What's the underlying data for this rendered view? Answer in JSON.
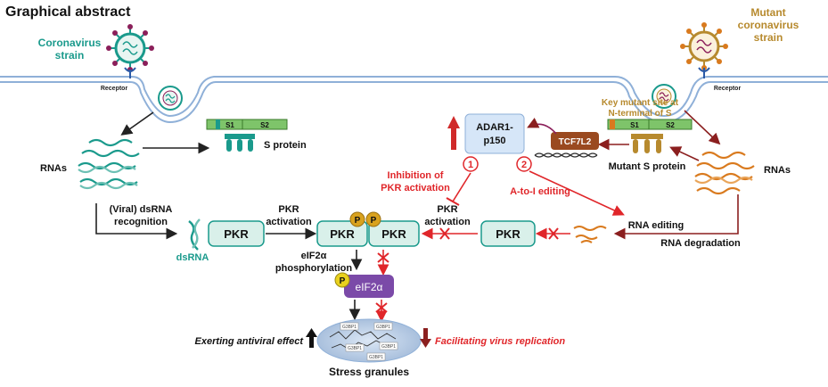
{
  "title": "Graphical abstract",
  "left_strain": {
    "line1": "Coronavirus",
    "line2": "strain",
    "receptor": "Receptor"
  },
  "right_strain": {
    "line1": "Mutant",
    "line2": "coronavirus",
    "line3": "strain",
    "receptor": "Receptor"
  },
  "s_protein": {
    "s1": "S1",
    "s2": "S2",
    "label": "S protein"
  },
  "mutant_s": {
    "note_line1": "Key mutant site at",
    "note_line2": "N-terminal of S",
    "s1": "S1",
    "s2": "S2",
    "label": "Mutant S protein"
  },
  "rnas_left": "RNAs",
  "rnas_right": "RNAs",
  "dsrna_recognition": {
    "line1": "(Viral) dsRNA",
    "line2": "recognition"
  },
  "dsrna": "dsRNA",
  "pkr": "PKR",
  "pkr_activation": {
    "line1": "PKR",
    "line2": "activation"
  },
  "pkr_activation2": {
    "line1": "PKR",
    "line2": "activation"
  },
  "phospho": "P",
  "eif2a_phos": {
    "line1": "eIF2α",
    "line2": "phosphorylation"
  },
  "eif2a": "eIF2α",
  "adar1": {
    "line1": "ADAR1-",
    "line2": "p150"
  },
  "tcf7l2": "TCF7L2",
  "circ1": "1",
  "circ2": "2",
  "inhibition": {
    "line1": "Inhibition of",
    "line2": "PKR activation"
  },
  "a_to_i": "A-to-I editing",
  "rna_editing": "RNA editing",
  "rna_degradation": "RNA degradation",
  "g3bp1": "G3BP1",
  "antiviral": "Exerting antiviral effect",
  "replication": "Facilitating virus replication",
  "stress_granules": "Stress granules",
  "colors": {
    "teal": "#1a9a8c",
    "brown": "#8b1f1f",
    "red": "#e0262a",
    "orange": "#d97a1e",
    "gold": "#b78a2e",
    "pkr_fill": "#d9f0ea",
    "purple": "#7b4aa8",
    "s_green": "#7ec46a"
  }
}
